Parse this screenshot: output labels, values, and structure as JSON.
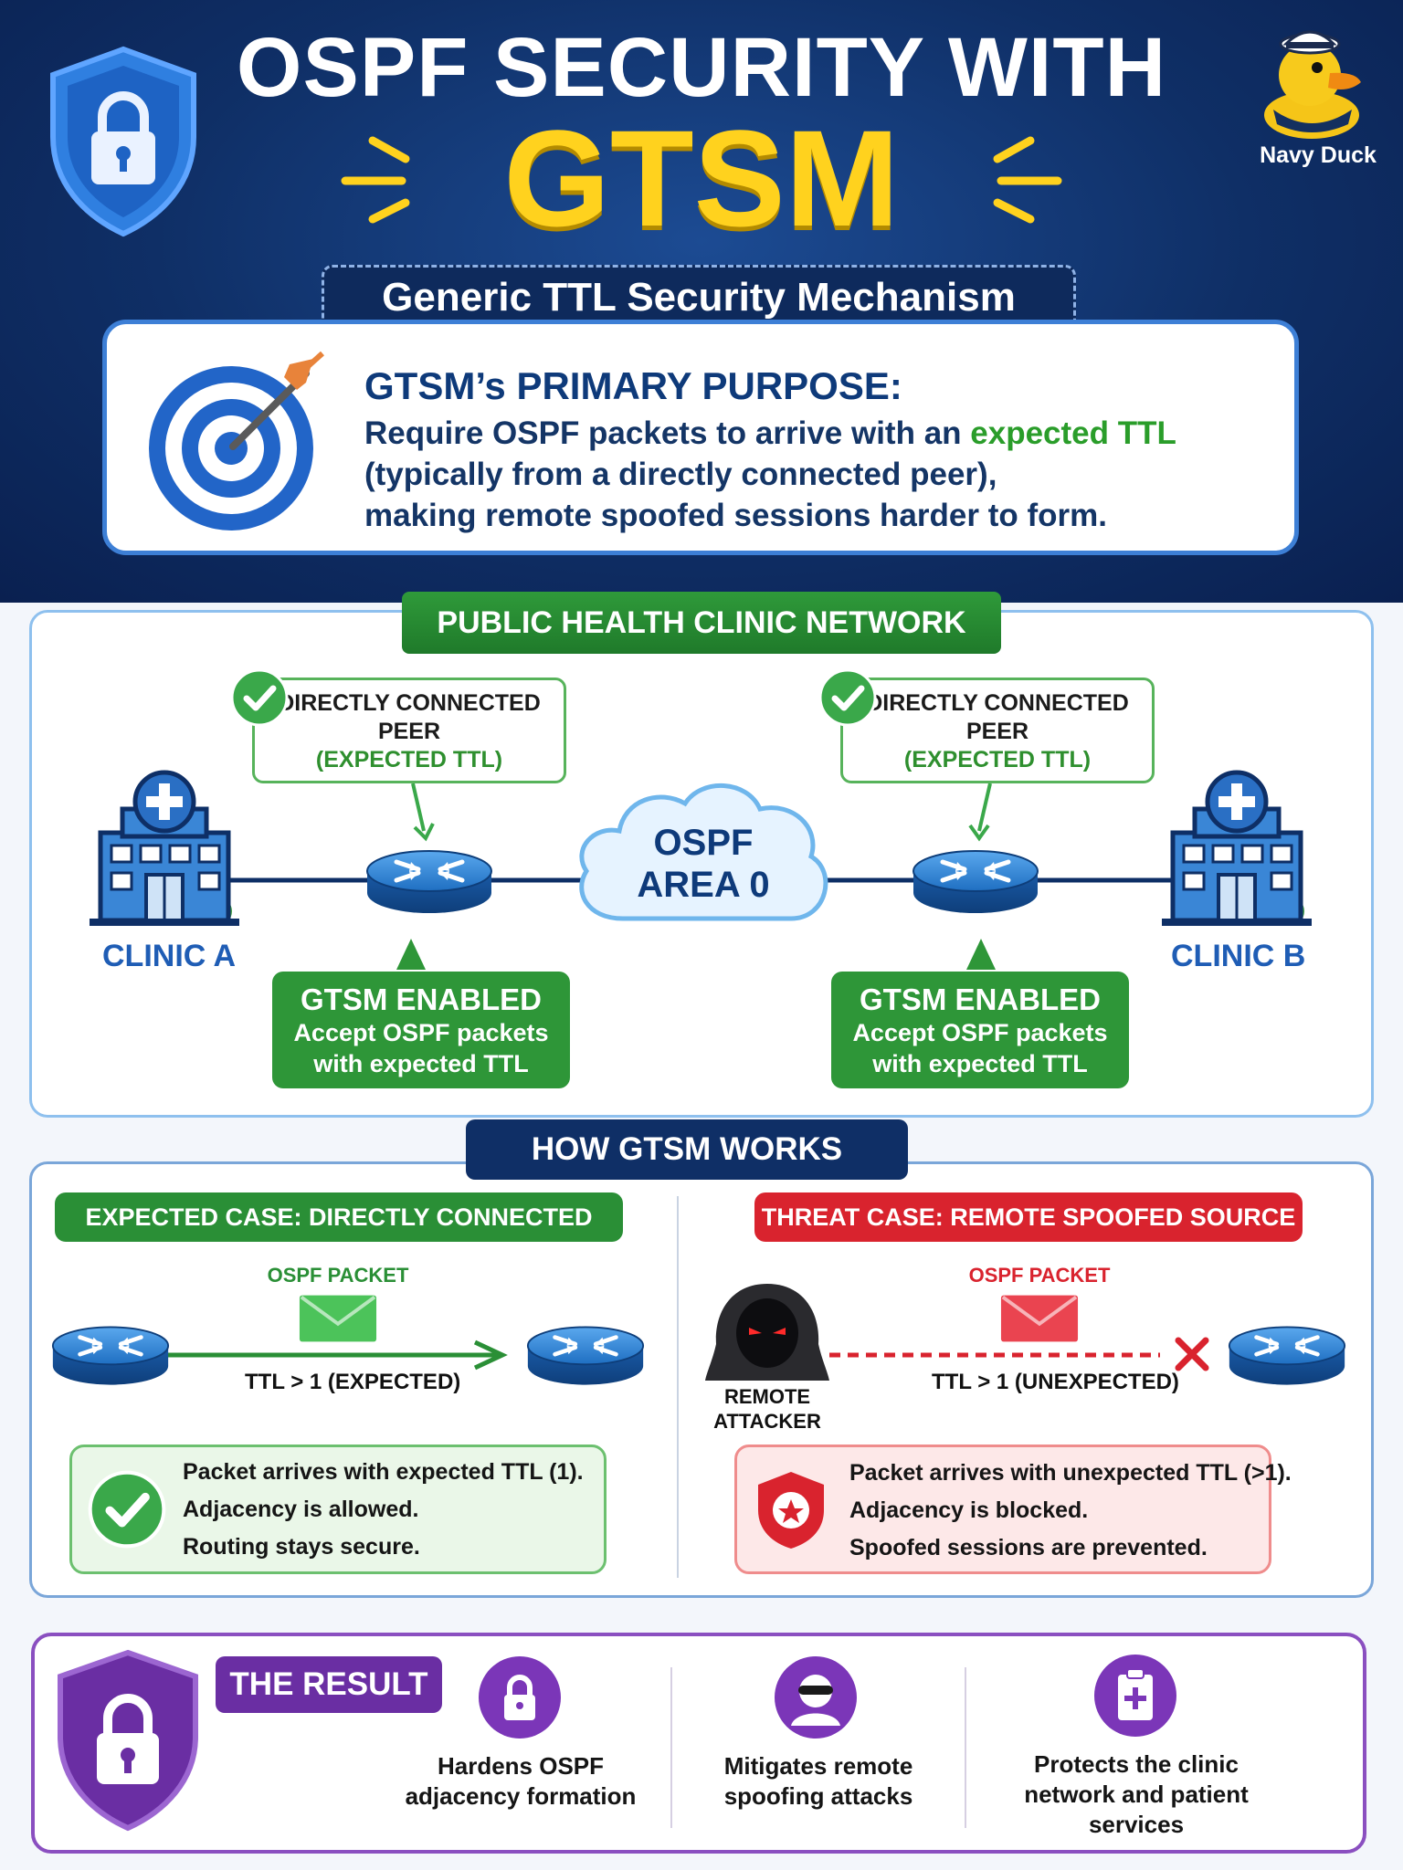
{
  "header": {
    "title_line1": "OSPF SECURITY WITH",
    "title_line2": "GTSM",
    "subtitle": "Generic TTL Security Mechanism",
    "brand": "Navy Duck"
  },
  "purpose": {
    "title": "GTSM’s PRIMARY PURPOSE:",
    "line1_pre": "Require OSPF packets to arrive with an ",
    "line1_highlight": "expected TTL",
    "line2": "(typically from a directly connected peer),",
    "line3": "making remote spoofed sessions harder to form."
  },
  "network": {
    "banner": "PUBLIC HEALTH CLINIC NETWORK",
    "callout_left": {
      "line1": "DIRECTLY CONNECTED",
      "line2": "PEER",
      "line3": "(EXPECTED TTL)"
    },
    "callout_right": {
      "line1": "DIRECTLY CONNECTED",
      "line2": "PEER",
      "line3": "(EXPECTED TTL)"
    },
    "cloud_line1": "OSPF",
    "cloud_line2": "AREA 0",
    "clinic_a": "CLINIC A",
    "clinic_b": "CLINIC B",
    "gtsm_left": {
      "head": "GTSM ENABLED",
      "line1": "Accept OSPF packets",
      "line2": "with expected TTL"
    },
    "gtsm_right": {
      "head": "GTSM ENABLED",
      "line1": "Accept OSPF packets",
      "line2": "with expected TTL"
    }
  },
  "how": {
    "banner": "HOW GTSM WORKS",
    "expected": {
      "title": "EXPECTED CASE: DIRECTLY CONNECTED PEER",
      "packet": "OSPF PACKET",
      "ttl": "TTL > 1 (EXPECTED)",
      "result1": "Packet arrives with expected TTL (1).",
      "result2": "Adjacency is allowed.",
      "result3": "Routing stays secure."
    },
    "threat": {
      "title": "THREAT CASE: REMOTE SPOOFED SOURCE",
      "packet": "OSPF PACKET",
      "ttl": "TTL > 1 (UNEXPECTED)",
      "attacker_line1": "REMOTE",
      "attacker_line2": "ATTACKER",
      "result1": "Packet arrives with unexpected TTL (>1).",
      "result2": "Adjacency is blocked.",
      "result3": "Spoofed sessions are prevented."
    }
  },
  "result": {
    "banner": "THE RESULT",
    "item1_line1": "Hardens OSPF",
    "item1_line2": "adjacency formation",
    "item2_line1": "Mitigates remote",
    "item2_line2": "spoofing attacks",
    "item3_line1": "Protects the clinic",
    "item3_line2": "network and patient",
    "item3_line3": "services"
  },
  "colors": {
    "navy": "#0f2f66",
    "gold": "#ffd21e",
    "green": "#2e9638",
    "red": "#d9232e",
    "purple": "#6a2ea3",
    "blue": "#1f5db5"
  },
  "icons": [
    "shield-lock-icon",
    "duck-mascot-icon",
    "target-icon",
    "check-icon",
    "router-icon",
    "hospital-icon",
    "cloud-icon",
    "envelope-icon",
    "hooded-attacker-icon",
    "shield-block-icon",
    "lock-icon",
    "masked-user-icon",
    "clipboard-medical-icon"
  ]
}
